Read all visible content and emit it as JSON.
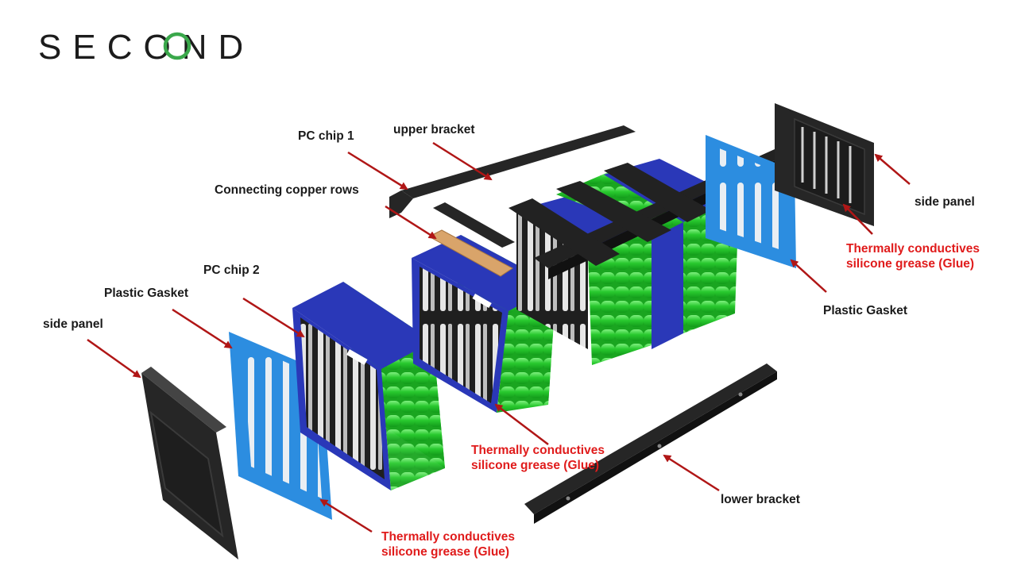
{
  "brand": {
    "logo_text": "SECOND",
    "colors": {
      "dark": "#1c1c1c",
      "accent": "#3aa84b"
    }
  },
  "labels": {
    "pc_chip_1": "PC chip 1",
    "upper_bracket": "upper bracket",
    "connecting_copper_rows": "Connecting copper rows",
    "pc_chip_2": "PC chip 2",
    "plastic_gasket_left": "Plastic Gasket",
    "side_panel_left": "side panel",
    "side_panel_right": "side panel",
    "glue_right_line1": "Thermally conductives",
    "glue_right_line2": "silicone grease (Glue)",
    "plastic_gasket_right": "Plastic Gasket",
    "glue_center_line1": "Thermally conductives",
    "glue_center_line2": "silicone grease (Glue)",
    "lower_bracket": "lower bracket",
    "glue_bottom_line1": "Thermally conductives",
    "glue_bottom_line2": "silicone grease (Glue)"
  },
  "colors": {
    "label_text": "#1a1a1a",
    "glue_text": "#e01b1b",
    "arrow": "#b01616",
    "cell_green": "#22c22a",
    "frame_blue": "#2a38b8",
    "gasket_blue": "#2c8de0",
    "panel_dark": "#2b2b2b",
    "copper": "#d9a46a"
  }
}
